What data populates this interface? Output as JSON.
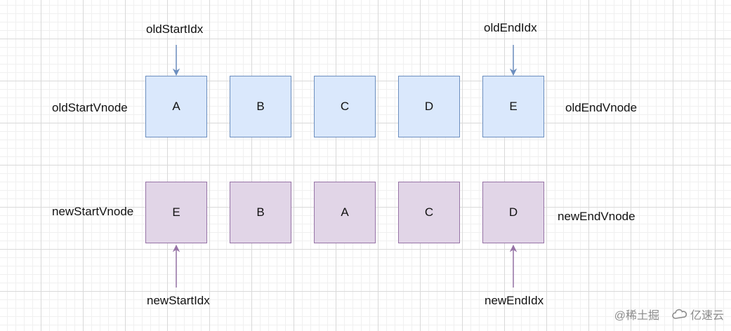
{
  "old_row": {
    "label_left": "oldStartVnode",
    "label_right": "oldEndVnode",
    "nodes": [
      "A",
      "B",
      "C",
      "D",
      "E"
    ],
    "fill": "#dae8fc",
    "stroke": "#6c8ebf"
  },
  "new_row": {
    "label_left": "newStartVnode",
    "label_right": "newEndVnode",
    "nodes": [
      "E",
      "B",
      "A",
      "C",
      "D"
    ],
    "fill": "#e1d5e7",
    "stroke": "#9673a6"
  },
  "pointers": {
    "old_start": "oldStartIdx",
    "old_end": "oldEndIdx",
    "new_start": "newStartIdx",
    "new_end": "newEndIdx"
  },
  "watermark": {
    "left_text": "@稀土掘",
    "right_text": "亿速云"
  }
}
